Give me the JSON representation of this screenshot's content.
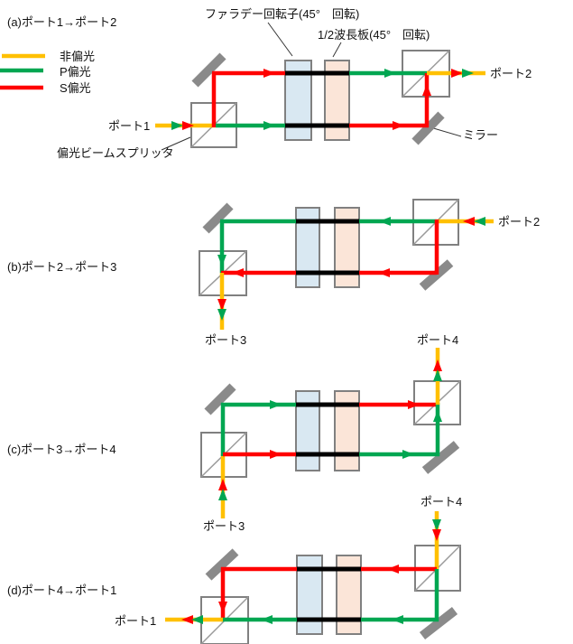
{
  "colors": {
    "unpolarized": "#FFC000",
    "p_polarized": "#00A651",
    "s_polarized": "#FF0000",
    "through": "#000000",
    "mirror": "#8A8A8A",
    "outline": "#808080",
    "faraday_fill": "#D9E8F2",
    "waveplate_fill": "#FBE5D8"
  },
  "legend": {
    "items": [
      {
        "label": "非偏光",
        "color": "#FFC000"
      },
      {
        "label": "P偏光",
        "color": "#00A651"
      },
      {
        "label": "S偏光",
        "color": "#FF0000"
      }
    ]
  },
  "component_labels": {
    "faraday": "ファラデー回転子(45°　回転)",
    "waveplate": "1/2波長板(45°　回転)",
    "mirror": "ミラー",
    "pbs": "偏光ビームスプリッタ"
  },
  "diagrams": [
    {
      "title": "(a)ポート1→ポート2",
      "input_port": "ポート1",
      "output_port": "ポート2"
    },
    {
      "title": "(b)ポート2→ポート3",
      "input_port": "ポート2",
      "output_port": "ポート3"
    },
    {
      "title": "(c)ポート3→ポート4",
      "input_port": "ポート3",
      "output_port": "ポート4"
    },
    {
      "title": "(d)ポート4→ポート1",
      "input_port": "ポート4",
      "output_port": "ポート1"
    }
  ]
}
